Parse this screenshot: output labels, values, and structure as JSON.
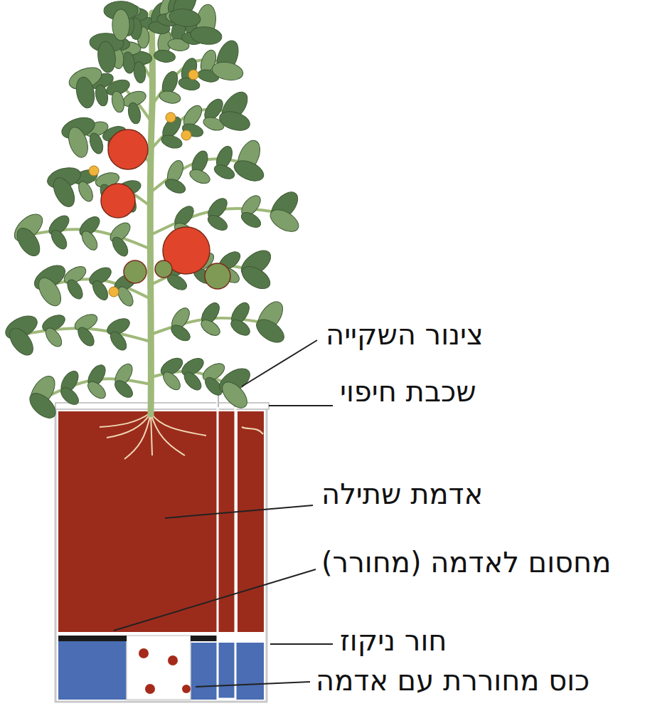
{
  "diagram": {
    "labels": [
      "צינור השקייה",
      "שכבת חיפוי",
      "אדמת שתילה",
      "מחסום לאדמה (מחורר)",
      "חור ניקוז",
      "כוס מחוררת עם אדמה"
    ]
  }
}
